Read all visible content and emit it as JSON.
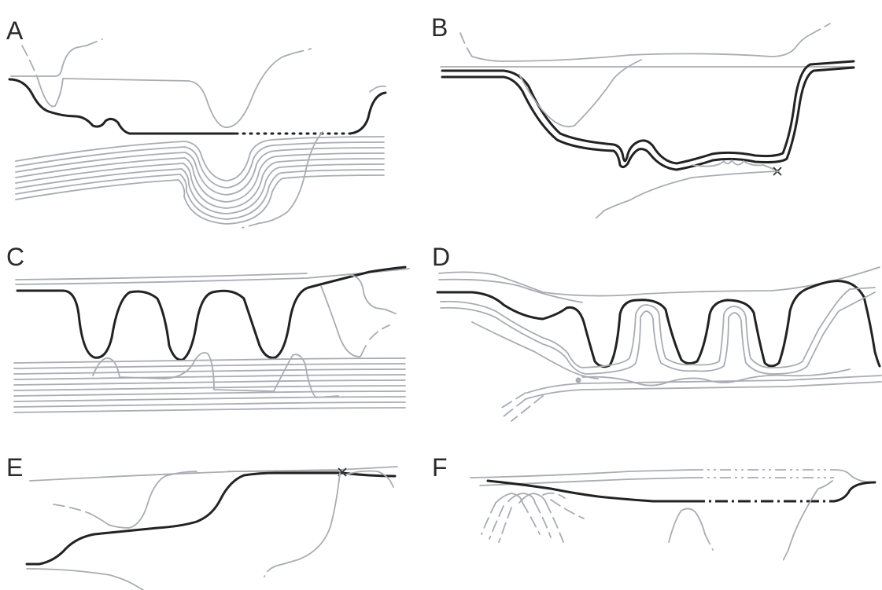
{
  "figure": {
    "panels": [
      {
        "id": "A",
        "label": "A"
      },
      {
        "id": "B",
        "label": "B"
      },
      {
        "id": "C",
        "label": "C"
      },
      {
        "id": "D",
        "label": "D"
      },
      {
        "id": "E",
        "label": "E"
      },
      {
        "id": "F",
        "label": "F"
      }
    ],
    "colors": {
      "primary_line": "#222222",
      "secondary_line": "#a9acb3",
      "background": "#ffffff"
    }
  }
}
